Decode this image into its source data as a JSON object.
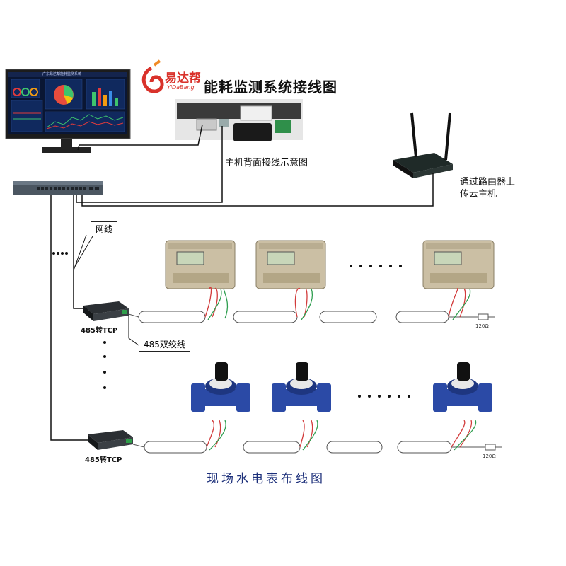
{
  "brand": {
    "name_cn": "易达帮",
    "name_en": "YiDaBang"
  },
  "title": "能耗监测系统接线图",
  "labels": {
    "host_back": "主机背面接线示意图",
    "router_line1": "通过路由器上",
    "router_line2": "传云主机",
    "network_cable": "网线",
    "twisted_pair": "485双绞线",
    "converter_top": "485转TCP",
    "converter_bottom": "485转TCP",
    "resistor_top": "120Ω",
    "resistor_bottom": "120Ω",
    "bottom_title": "现场水电表布线图"
  },
  "monitor": {
    "header_text": "广东易达帮能耗监测系统",
    "colors": {
      "bg": "#0a1633",
      "accent_red": "#e23b3b",
      "accent_green": "#3ec46d",
      "accent_orange": "#f39c12"
    }
  },
  "colors": {
    "wire": "#111111",
    "twisted_red": "#d23b3b",
    "twisted_green": "#2e9e4f",
    "meter_body": "#cbbfa4",
    "water_blue": "#2b4aa6"
  }
}
